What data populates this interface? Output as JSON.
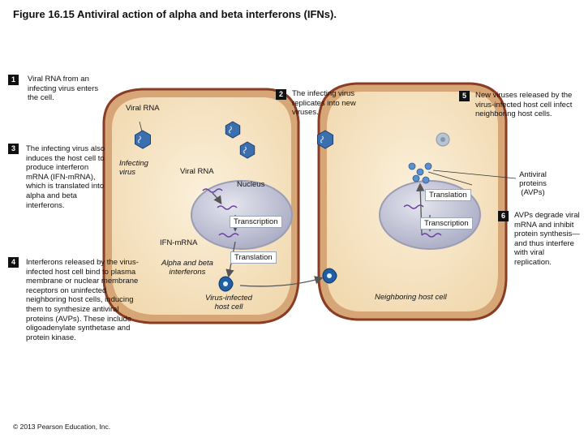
{
  "figure": {
    "title": "Figure 16.15 Antiviral action of alpha and beta interferons (IFNs)."
  },
  "steps": [
    {
      "number": "1",
      "text": "Viral RNA from an infecting virus enters the cell."
    },
    {
      "number": "2",
      "text": "The infecting virus replicates into new viruses."
    },
    {
      "number": "3",
      "text": "The infecting virus also induces the host cell to produce interferon mRNA (IFN-mRNA), which is translated into alpha and beta interferons."
    },
    {
      "number": "4",
      "text": "Interferons released by the virus-infected host cell bind to plasma membrane or nuclear membrane receptors on uninfected neighboring host cells, inducing them to synthesize antiviral proteins (AVPs). These include oligoadenylate synthetase and protein kinase."
    },
    {
      "number": "5",
      "text": "New viruses released by the virus-infected host cell infect neighboring host cells."
    },
    {
      "number": "6",
      "text": "AVPs degrade viral mRNA and inhibit protein synthesis—and thus interfere with viral replication."
    }
  ],
  "labels": {
    "viral_rna_top": "Viral RNA",
    "infecting_virus": "Infecting virus",
    "viral_rna_nucleus": "Viral RNA",
    "nucleus": "Nucleus",
    "transcription_left": "Transcription",
    "ifn_mrna": "IFN-mRNA",
    "translation_left": "Translation",
    "alpha_beta_interferons": "Alpha and beta interferons",
    "virus_infected_host_cell": "Virus-infected host cell",
    "translation_right": "Translation",
    "transcription_right": "Transcription",
    "antiviral_proteins": "Antiviral proteins (AVPs)",
    "neighboring_host_cell": "Neighboring host cell"
  },
  "copyright": "© 2013 Pearson Education, Inc.",
  "colors": {
    "membrane": "#8a3d24",
    "membrane_outer": "#d9b28a",
    "cytoplasm": "#f7e4c4",
    "nucleus": "#c8c9d8",
    "nucleus_edge": "#9a9cb4",
    "virus": "#3b6fae",
    "rna": "#6a3fa0",
    "interferon": "#1f5fa6",
    "avp": "#5b8fd0"
  }
}
